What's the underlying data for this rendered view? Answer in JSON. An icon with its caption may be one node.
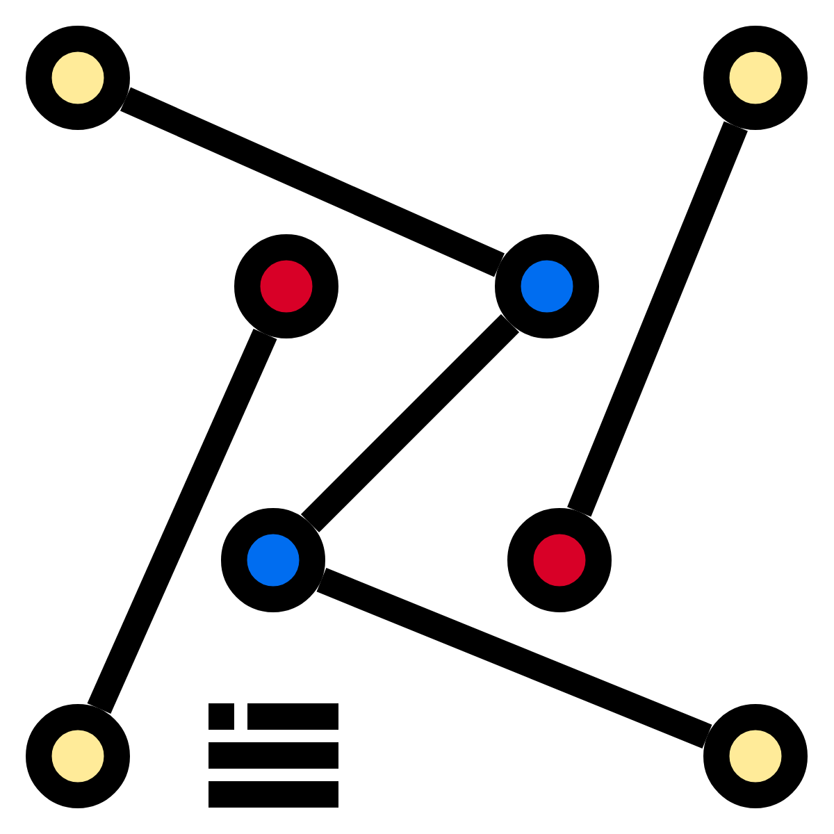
{
  "diagram": {
    "nodes": [
      {
        "text": [],
        "shape": "circle"
      },
      {
        "text": [],
        "shape": "circle"
      },
      {
        "text": [],
        "shape": "circle"
      },
      {
        "text": [],
        "shape": "circle"
      },
      {
        "text": [],
        "shape": "circle"
      },
      {
        "text": [],
        "shape": "circle"
      },
      {
        "text": [],
        "shape": "circle"
      },
      {
        "text": [],
        "shape": "circle"
      }
    ],
    "edges": [
      {
        "from": 0,
        "to": 3,
        "arrow": "none"
      },
      {
        "from": 2,
        "to": 6,
        "arrow": "none"
      },
      {
        "from": 3,
        "to": 4,
        "arrow": "none"
      },
      {
        "from": 1,
        "to": 5,
        "arrow": "none"
      },
      {
        "from": 4,
        "to": 7,
        "arrow": "none"
      }
    ]
  }
}
